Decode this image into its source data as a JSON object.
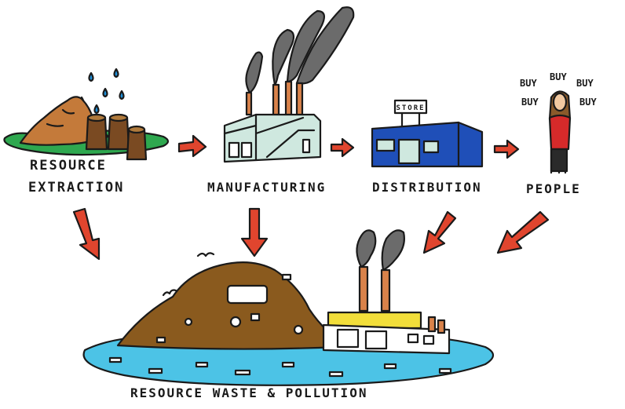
{
  "labels": {
    "resource_extraction_line1": "RESOURCE",
    "resource_extraction_line2": "EXTRACTION",
    "manufacturing": "MANUFACTURING",
    "distribution": "DISTRIBUTION",
    "people": "PEOPLE",
    "waste": "RESOURCE WASTE & POLLUTION"
  },
  "store_sign": "STORE",
  "buy_words": [
    "BUY",
    "BUY",
    "BUY",
    "BUY",
    "BUY"
  ],
  "colors": {
    "arrow": "#e0452e",
    "grass": "#2ea84f",
    "water": "#4cc3e6",
    "mound": "#8a5a1e",
    "factory": "#cfe8df",
    "store": "#1f4fb8",
    "shirt": "#d62a2a",
    "smoke": "#6b6b6b",
    "chimney": "#d9824a",
    "rain": "#1e8fd8"
  }
}
